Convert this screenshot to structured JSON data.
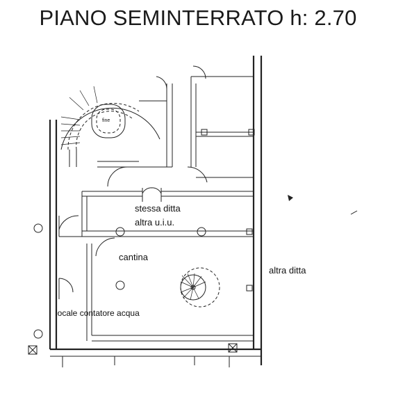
{
  "title": "PIANO SEMINTERRATO h: 2.70",
  "rooms": {
    "stessa_ditta": "stessa ditta",
    "altra_uiu": "altra u.i.u.",
    "cantina": "cantina",
    "altra_ditta": "altra ditta",
    "locale_contatore": "locale contatore acqua",
    "fine": "fine"
  }
}
